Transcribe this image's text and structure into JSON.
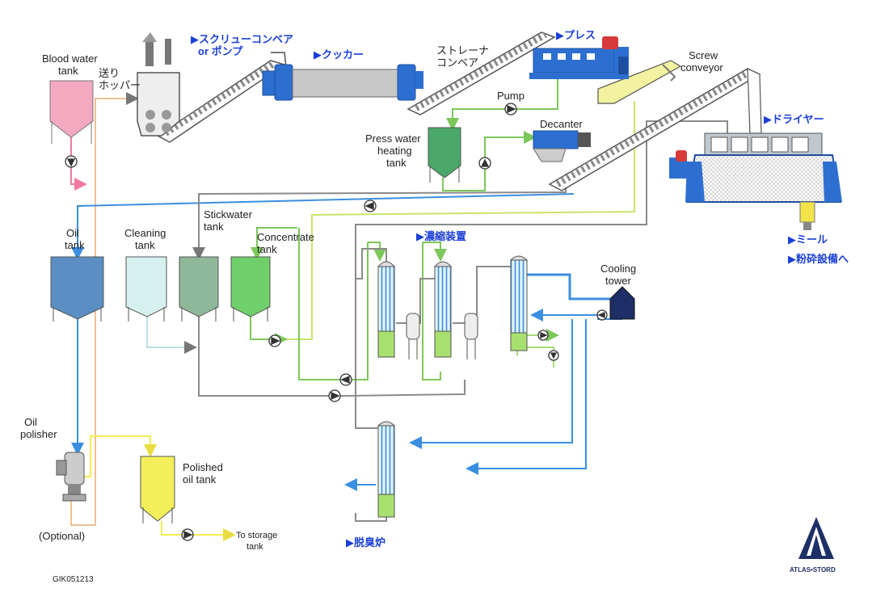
{
  "labels": {
    "blood_water_tank": [
      "Blood water",
      "tank"
    ],
    "feed_hopper": [
      "送り",
      "ホッパー"
    ],
    "screw_conveyor_jp": [
      "▶スクリューコンベア",
      "or ポンプ"
    ],
    "cooker": "▶クッカー",
    "strainer_conveyor": [
      "ストレーナ",
      "コンベア"
    ],
    "press": "▶プレス",
    "screw_conveyor_en": [
      "Screw",
      "conveyor"
    ],
    "pump": "Pump",
    "press_water_heating_tank": [
      "Press water",
      "heating",
      "tank"
    ],
    "decanter": "Decanter",
    "dryer": "▶ドライヤー",
    "oil_tank": [
      "Oil",
      "tank"
    ],
    "cleaning_tank": [
      "Cleaning",
      "tank"
    ],
    "stickwater_tank": [
      "Stickwater",
      "tank"
    ],
    "concentrate_tank": [
      "Concentrate",
      "tank"
    ],
    "evaporator": "▶濃縮装置",
    "meal": "▶ミール",
    "to_grinding": "▶粉砕設備へ",
    "cooling_tower": [
      "Cooling",
      "tower"
    ],
    "oil_polisher": [
      "Oil",
      "polisher"
    ],
    "polished_oil_tank": [
      "Polished",
      "oil tank"
    ],
    "optional": "(Optional)",
    "to_storage_tank": [
      "To storage",
      "tank"
    ],
    "deodorizer": "▶脱臭炉",
    "figure_code": "GIK051213",
    "logo_text": "ATLAS•STORD"
  },
  "colors": {
    "accent_label": "#1a3fd6",
    "blood_tank": "#f3a9c0",
    "oil_tank": "#5b8fc4",
    "cleaning_tank": "#d6f0f0",
    "stickwater_tank": "#8fb89a",
    "concentrate_tank": "#6fcf6a",
    "polished_oil_tank": "#f3ef5a",
    "machine_blue": "#2d6fd1",
    "machine_red": "#d63a3a",
    "pipe_gray": "#8a8a8a",
    "pipe_green": "#8ed36a",
    "pipe_blue": "#3a8fe0",
    "pipe_pink": "#f07aa0",
    "pipe_orange": "#f0c090",
    "pipe_yellow": "#f4ec50",
    "logo_navy": "#1d2f66"
  }
}
